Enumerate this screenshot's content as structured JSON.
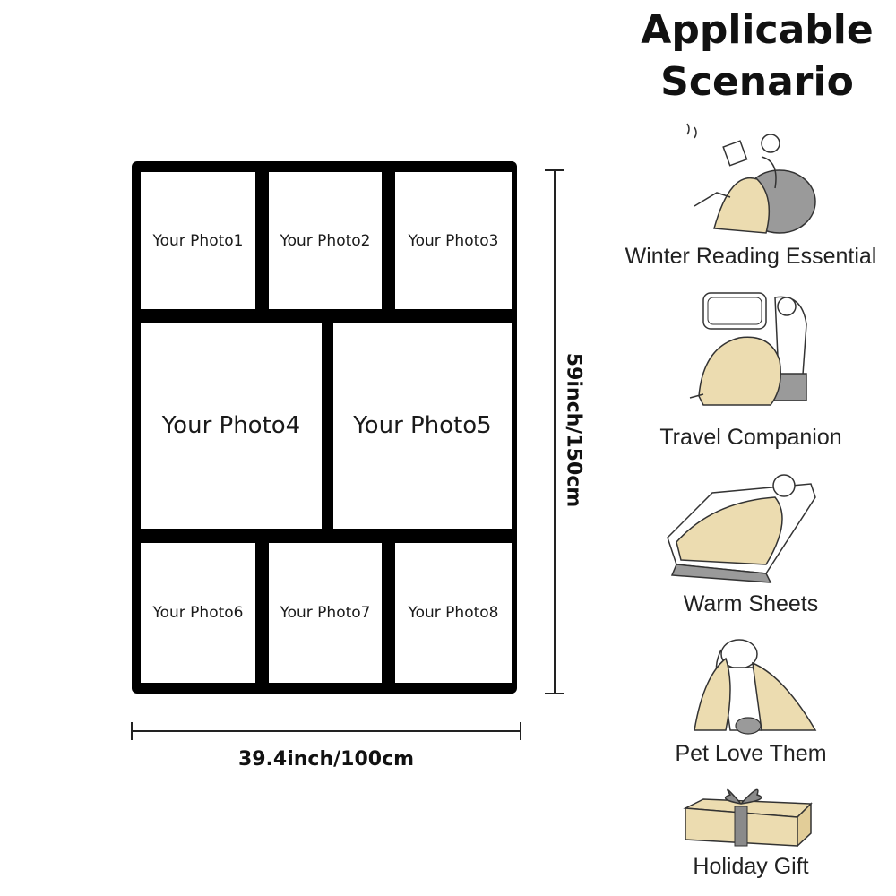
{
  "blanket": {
    "photos": [
      "Your Photo1",
      "Your Photo2",
      "Your Photo3",
      "Your Photo4",
      "Your Photo5",
      "Your Photo6",
      "Your Photo7",
      "Your Photo8"
    ]
  },
  "dimensions": {
    "height": "59inch/150cm",
    "width": "39.4inch/100cm"
  },
  "sidebar": {
    "title_line1": "Applicable",
    "title_line2": "Scenario",
    "scenarios": [
      {
        "label": "Winter Reading Essential",
        "icon": "reading-icon"
      },
      {
        "label": "Travel Companion",
        "icon": "travel-icon"
      },
      {
        "label": "Warm Sheets",
        "icon": "bed-icon"
      },
      {
        "label": "Pet Love Them",
        "icon": "pet-icon"
      },
      {
        "label": "Holiday Gift",
        "icon": "gift-icon"
      }
    ]
  },
  "colors": {
    "blanket_beige": "#ecdcb0",
    "gray": "#9a9a9a",
    "frame": "#000000"
  }
}
